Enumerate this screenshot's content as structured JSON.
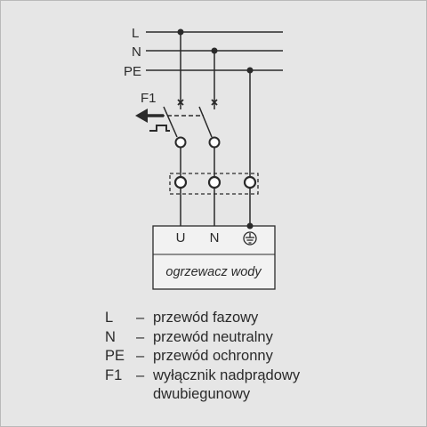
{
  "diagram": {
    "line_labels": [
      "L",
      "N",
      "PE"
    ],
    "switch_label": "F1",
    "terminal_labels": [
      "U",
      "N"
    ],
    "device_label": "ogrzewacz wody",
    "ground_icon": "earth-ground-icon"
  },
  "legend": [
    {
      "symbol": "L",
      "dash": "–",
      "text": "przewód fazowy"
    },
    {
      "symbol": "N",
      "dash": "–",
      "text": "przewód neutralny"
    },
    {
      "symbol": "PE",
      "dash": "–",
      "text": "przewód ochronny"
    },
    {
      "symbol": "F1",
      "dash": "–",
      "text": "wyłącznik nadprądowy"
    },
    {
      "symbol": "",
      "dash": "",
      "text": "dwubiegunowy"
    }
  ],
  "colors": {
    "background": "#e6e6e6",
    "line": "#2a2a2a",
    "device_fill": "#f2f2f2"
  }
}
